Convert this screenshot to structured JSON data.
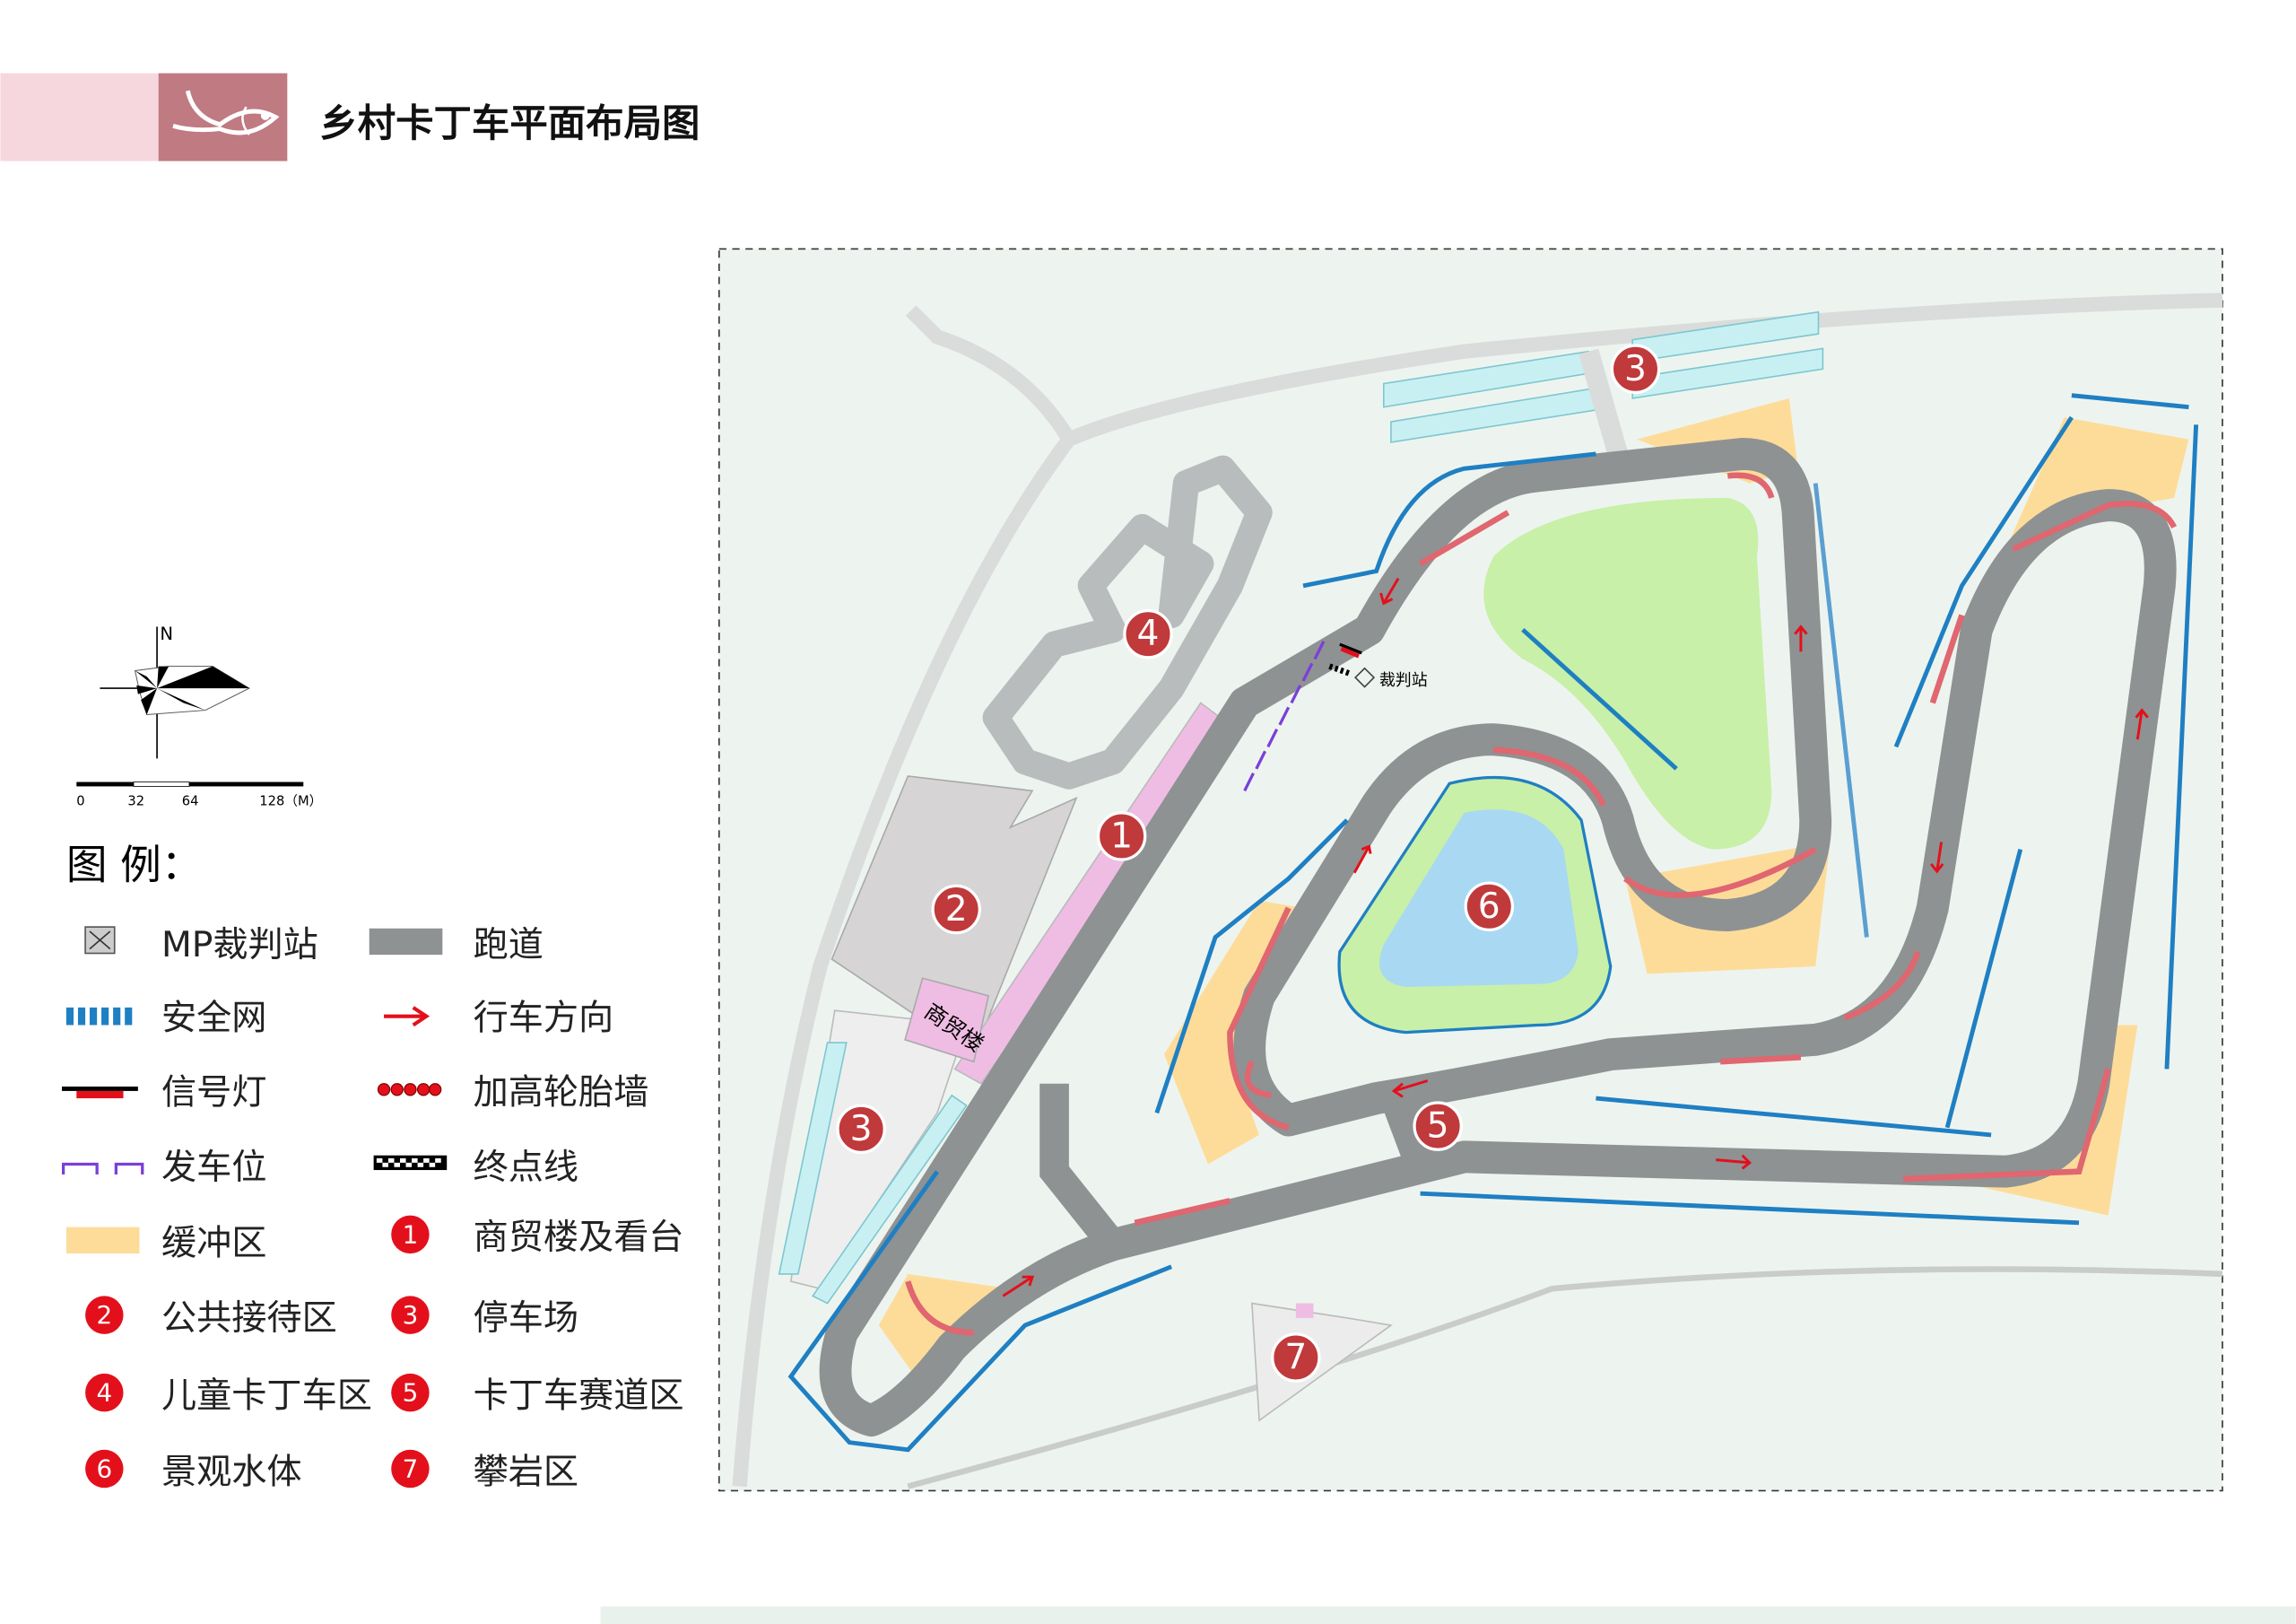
{
  "header": {
    "title": "乡村卡丁车平面布局图",
    "logo_icon": "fish-icon",
    "colors": {
      "light": "#f7d7de",
      "dark": "#c07a82"
    }
  },
  "compass": {
    "north_label": "N"
  },
  "scale_bar": {
    "ticks": [
      "0",
      "32",
      "64",
      "128（M）"
    ]
  },
  "legend": {
    "title": "图  例：",
    "items": [
      {
        "symbol": "referee-station-icon",
        "label": "MP裁判站"
      },
      {
        "symbol": "track-swatch",
        "label": "跑道",
        "color": "#8e9293"
      },
      {
        "symbol": "safety-net-icon",
        "label": "安全网",
        "color": "#1f7fc3"
      },
      {
        "symbol": "direction-arrow-icon",
        "label": "行车方向",
        "color": "#e3101b"
      },
      {
        "symbol": "signal-light-icon",
        "label": "信号灯"
      },
      {
        "symbol": "tire-wall-icon",
        "label": "加高轮胎墙"
      },
      {
        "symbol": "start-grid-icon",
        "label": "发车位",
        "color": "#7b3fd9"
      },
      {
        "symbol": "finish-line-icon",
        "label": "终点线"
      },
      {
        "symbol": "buffer-swatch",
        "label": "缓冲区",
        "color": "#fddc9a"
      },
      {
        "symbol": "1",
        "label": "商贸楼及看台"
      },
      {
        "symbol": "2",
        "label": "公共接待区"
      },
      {
        "symbol": "3",
        "label": "停车场"
      },
      {
        "symbol": "4",
        "label": "儿童卡丁车区"
      },
      {
        "symbol": "5",
        "label": "卡丁车赛道区"
      },
      {
        "symbol": "6",
        "label": "景观水体"
      },
      {
        "symbol": "7",
        "label": "攀岩区"
      }
    ]
  },
  "map": {
    "building_label": "商贸楼",
    "referee_label": "裁判站",
    "markers": [
      "1",
      "2",
      "3",
      "3",
      "4",
      "5",
      "6",
      "7"
    ],
    "colors": {
      "ground": "#edf4ef",
      "track": "#8e9293",
      "grass": "#c8f0a8",
      "water": "#a9d8f2",
      "buffer": "#fddc9a",
      "stand": "#efbde3",
      "reception": "#d6d4d5",
      "net": "#1f7fc3",
      "marker": "#c0393b"
    }
  }
}
